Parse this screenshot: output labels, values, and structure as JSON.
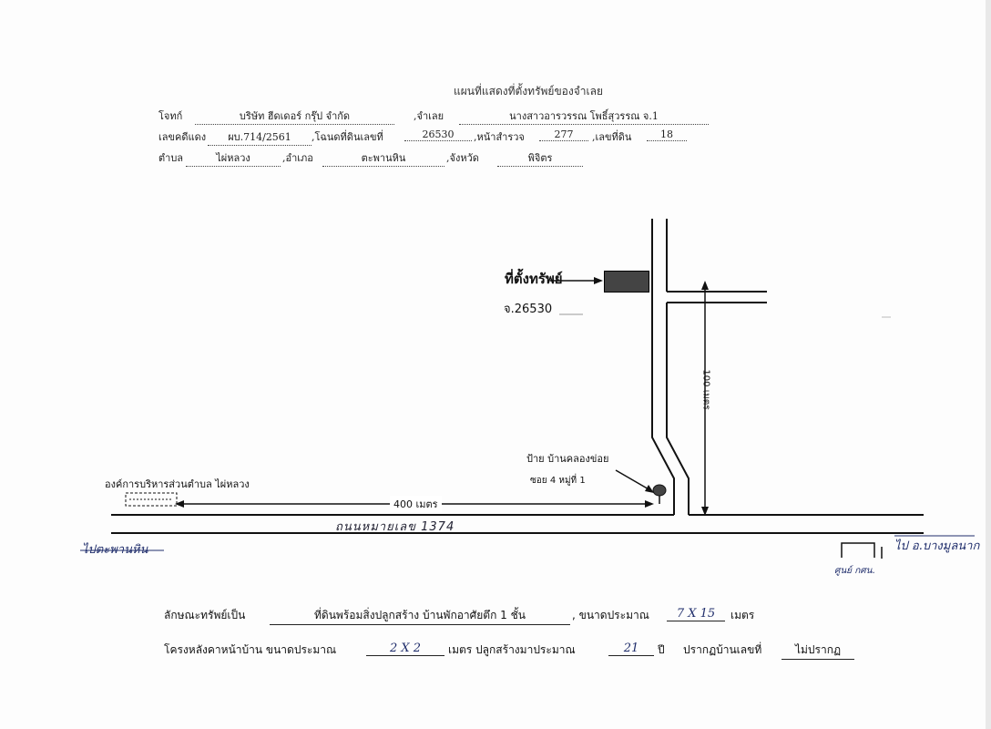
{
  "header": {
    "title": "แผนที่แสดงที่ตั้งทรัพย์ของจำเลย",
    "line1": {
      "plaintiff_label": "โจทก์",
      "plaintiff": "บริษัท ฮีดเดอร์ กรุ๊ป จำกัด",
      "defendant_label": ",จำเลย",
      "defendant": "นางสาวอารวรรณ โพธิ์สุวรรณ จ.1"
    },
    "line2": {
      "case_label": "เลขคดีแดง",
      "case": "ผบ.714/2561",
      "deed_label": ",โฉนดที่ดินเลขที่",
      "deed": "26530",
      "page_label": ",หน้าสำรวจ",
      "page": "277",
      "land_label": ",เลขที่ดิน",
      "land": "18"
    },
    "line3": {
      "subdistrict_label": "ตำบล",
      "subdistrict": "ไผ่หลวง",
      "district_label": ",อำเภอ",
      "district": "ตะพานหิน",
      "province_label": ",จังหวัด",
      "province": "พิจิตร"
    }
  },
  "map": {
    "asset_label": "ที่ตั้งทรัพย์",
    "deed_label": "จ.26530",
    "distance_vertical": "100 เมตร",
    "sign_line1": "ป้าย บ้านคลองข่อย",
    "sign_line2": "ซอย 4 หมู่ที่ 1",
    "org_label": "องค์การบริหารส่วนตำบล ไผ่หลวง",
    "distance_horizontal": "400 เมตร",
    "road_name": "ถนนหมายเลข 1374",
    "direction_left": "ไปตะพานหิน",
    "direction_right": "ไป อ.บางมูลนาก",
    "nearby_label": "ศูนย์ กศน."
  },
  "description": {
    "line1_label": "ลักษณะทรัพย์เป็น",
    "line1_value": "ที่ดินพร้อมสิ่งปลูกสร้าง บ้านพักอาศัยตึก 1 ชั้น",
    "size_label": ", ขนาดประมาณ",
    "size_value": "7 X 15",
    "size_unit": "เมตร",
    "line2_label": "โครงหลังคาหน้าบ้าน ขนาดประมาณ",
    "roof_value": "2 X 2",
    "roof_unit": "เมตร ปลูกสร้างมาประมาณ",
    "age_value": "21",
    "age_unit": "ปี",
    "house_no_label": "ปรากฏบ้านเลขที่",
    "house_no": "ไม่ปรากฏ"
  }
}
